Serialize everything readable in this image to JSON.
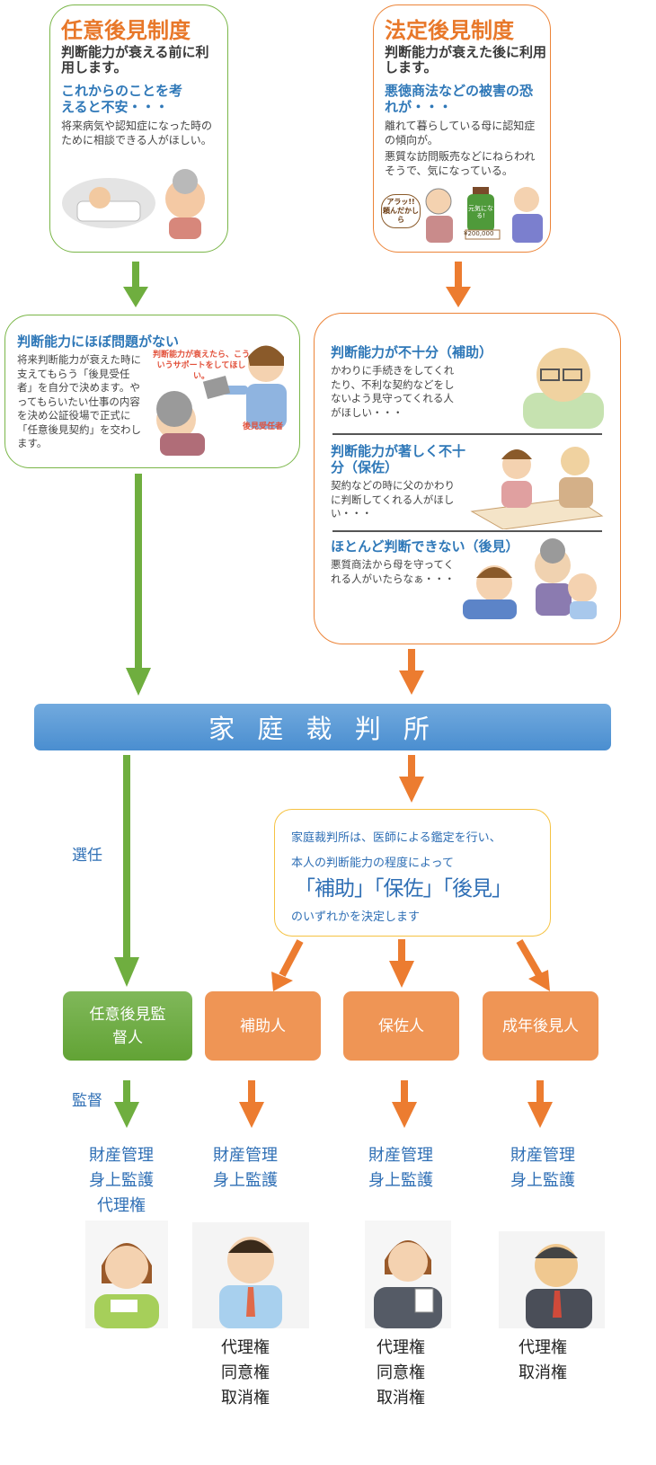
{
  "voluntary": {
    "title": "任意後見制度",
    "lead": "判断能力が衰える前に利用します。",
    "concern": "これからのことを考えると不安・・・",
    "desc": "将来病気や認知症になった時のために相談できる人がほしい。"
  },
  "statutory": {
    "title": "法定後見制度",
    "lead": "判断能力が衰えた後に利用します。",
    "concern": "悪徳商法などの被害の恐れが・・・",
    "desc1": "離れて暮らしている母に認知症の傾向が。",
    "desc2": "悪質な訪問販売などにねらわれそうで、気になっている。",
    "bubble": "アラッ!! 頼んだかしら",
    "bottle": "元気になる!",
    "price": "¥200,000"
  },
  "voluntary_detail": {
    "heading": "判断能力にほぼ問題がない",
    "desc": "将来判断能力が衰えた時に支えてもらう「後見受任者」を自分で決めます。やってもらいたい仕事の内容を決め公証役場で正式に「任意後見契約」を交わします。",
    "speech": "判断能力が衰えたら、こういうサポートをしてほしい。",
    "person_label": "後見受任者"
  },
  "statutory_detail": [
    {
      "heading": "判断能力が不十分（補助）",
      "desc": "かわりに手続きをしてくれたり、不利な契約などをしないよう見守ってくれる人がほしい・・・"
    },
    {
      "heading": "判断能力が著しく不十分（保佐）",
      "desc": "契約などの時に父のかわりに判断してくれる人がほしい・・・"
    },
    {
      "heading": "ほとんど判断できない（後見）",
      "desc": "悪質商法から母を守ってくれる人がいたらなぁ・・・"
    }
  ],
  "court": {
    "label": "家 庭 裁 判 所"
  },
  "selection_label": "選任",
  "supervision_label": "監督",
  "decision": {
    "line1": "家庭裁判所は、医師による鑑定を行い、",
    "line2": "本人の判断能力の程度によって",
    "big": "「補助」「保佐」「後見」",
    "line3": "のいずれかを決定します"
  },
  "roles": [
    {
      "label": "任意後見監督人",
      "color": "#6aa83a",
      "rights_top": [
        "財産管理",
        "身上監護",
        "代理権"
      ],
      "rights_bottom": []
    },
    {
      "label": "補助人",
      "color": "#ef9555",
      "rights_top": [
        "財産管理",
        "身上監護"
      ],
      "rights_bottom": [
        "代理権",
        "同意権",
        "取消権"
      ]
    },
    {
      "label": "保佐人",
      "color": "#ef9555",
      "rights_top": [
        "財産管理",
        "身上監護"
      ],
      "rights_bottom": [
        "代理権",
        "同意権",
        "取消権"
      ]
    },
    {
      "label": "成年後見人",
      "color": "#ef9555",
      "rights_top": [
        "財産管理",
        "身上監護"
      ],
      "rights_bottom": [
        "代理権",
        "取消権"
      ]
    }
  ],
  "colors": {
    "green": "#6fae3f",
    "orange": "#ec7c30",
    "court_blue": "#4f93d4",
    "text_blue": "#2f6fb5",
    "decision_border": "#f5c242"
  }
}
